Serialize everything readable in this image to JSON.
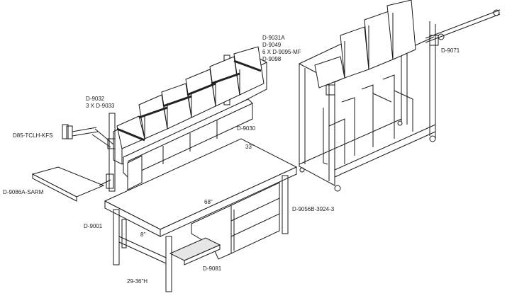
{
  "labels": {
    "bins_shelf_parts": [
      "D-9031A",
      "D-9049",
      "6 X D-9095-MF",
      "D-9098"
    ],
    "lower_bins_parts": [
      "D-9032",
      "3 X D-9033"
    ],
    "bin_rail": "D-9030",
    "monitor_arm": "D85-TCLH-KFS",
    "keyboard_arm": "D-9086A-SARM",
    "depth": "33\"",
    "width": "68\"",
    "drawer_cabinet": "D-9056B-3924-3",
    "upright": "D-9001",
    "footrest_dim": "8\"",
    "footrest": "D-9081",
    "height_range": "29-36\"H",
    "cart_roll_bar": "D-9071"
  }
}
